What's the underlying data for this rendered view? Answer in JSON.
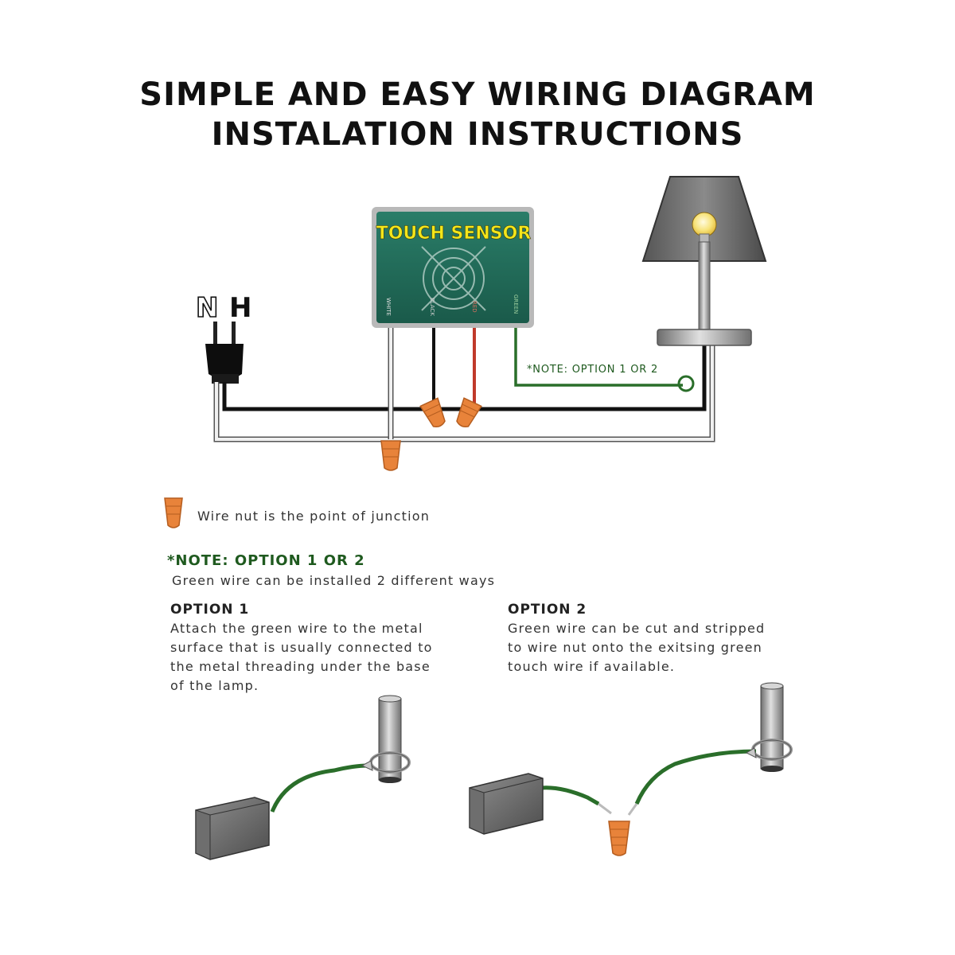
{
  "title": {
    "line1": "SIMPLE AND EASY WIRING DIAGRAM",
    "line2": "INSTALATION INSTRUCTIONS"
  },
  "plug": {
    "n_label": "N",
    "h_label": "H"
  },
  "sensor": {
    "label": "TOUCH SENSOR",
    "wire_white": "WHITE",
    "wire_black": "BLACK",
    "wire_red": "RED",
    "wire_green": "GREEN",
    "color_body": "#1e6a58",
    "color_label": "#f4e61a"
  },
  "diagram_note": "*NOTE: OPTION 1 OR 2",
  "legend": {
    "text": "Wire nut is the point of junction",
    "nut_color": "#e8833a"
  },
  "note": {
    "heading": "*NOTE: OPTION 1 OR 2",
    "text": "Green wire can be installed 2 different ways"
  },
  "option1": {
    "heading": "OPTION 1",
    "lines": [
      "Attach the green wire to the metal",
      "surface that is usually connected to",
      "the metal threading under the base",
      "of the lamp."
    ]
  },
  "option2": {
    "heading": "OPTION 2",
    "lines": [
      "Green wire can be cut and stripped",
      "to wire nut onto the exitsing green",
      "touch wire if available."
    ]
  },
  "colors": {
    "green_wire": "#2a6e2a",
    "red_wire": "#c0392b",
    "black_wire": "#111111",
    "white_wire": "#e8e8e8"
  }
}
